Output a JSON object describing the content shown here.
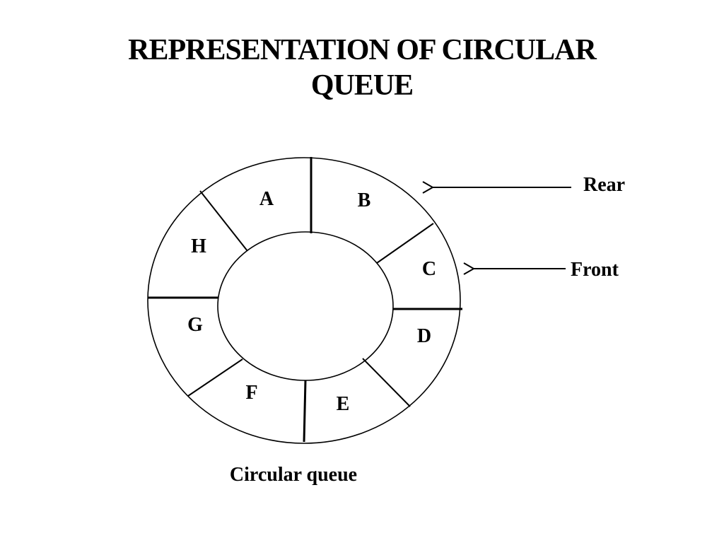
{
  "title": {
    "line1": "REPRESENTATION OF CIRCULAR",
    "line2": "QUEUE"
  },
  "diagram": {
    "segments": [
      "A",
      "B",
      "C",
      "D",
      "E",
      "F",
      "G",
      "H"
    ],
    "pointers": {
      "rear": "Rear",
      "front": "Front"
    },
    "caption": "Circular queue"
  },
  "colors": {
    "stroke": "#000000",
    "background": "#ffffff"
  }
}
